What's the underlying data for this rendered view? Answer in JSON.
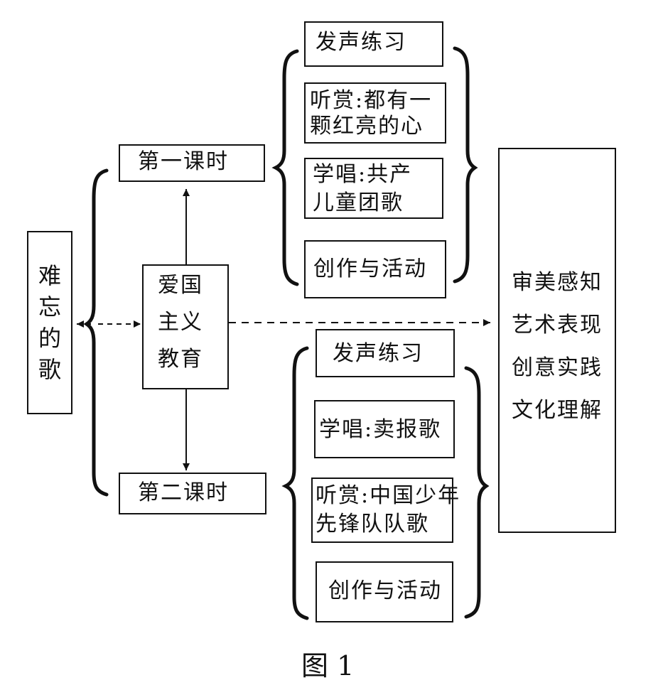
{
  "song": "难忘的歌",
  "center": [
    "爱国",
    "主义",
    "教育"
  ],
  "lesson1": {
    "title": "第一课时",
    "items": [
      [
        "发声练习"
      ],
      [
        "听赏:都有一",
        "颗红亮的心"
      ],
      [
        "学唱:共产",
        "儿童团歌"
      ],
      [
        "创作与活动"
      ]
    ]
  },
  "lesson2": {
    "title": "第二课时",
    "items": [
      [
        "发声练习"
      ],
      [
        "学唱:卖报歌"
      ],
      [
        "听赏:中国少年",
        "先锋队队歌"
      ],
      [
        "创作与活动"
      ]
    ]
  },
  "literacy": [
    "审美感知",
    "艺术表现",
    "创意实践",
    "文化理解"
  ],
  "caption": "图 1"
}
